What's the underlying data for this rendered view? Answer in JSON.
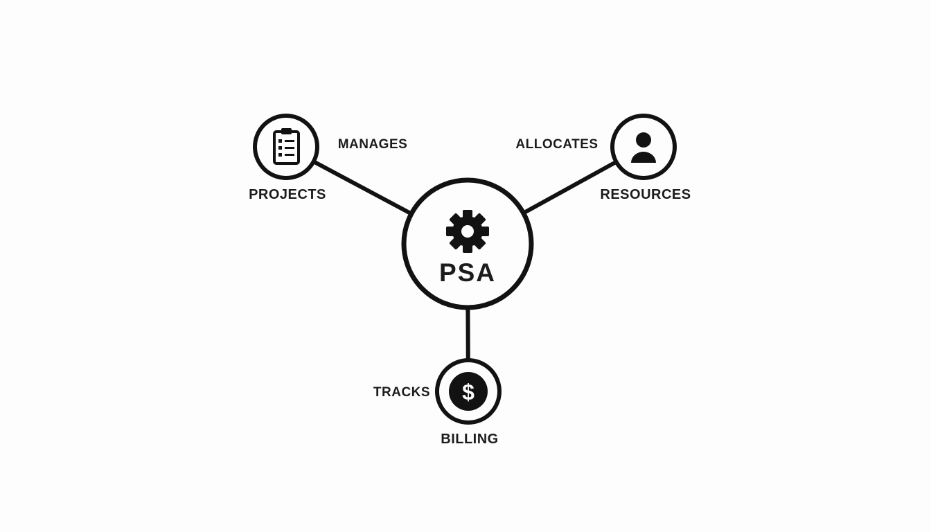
{
  "diagram": {
    "type": "hub-and-spoke",
    "background": "#fdfdfd",
    "stroke_color": "#121212",
    "text_color": "#1c1c1c",
    "center": {
      "label": "PSA",
      "icon": "gear-icon"
    },
    "nodes": [
      {
        "id": "projects",
        "label": "PROJECTS",
        "edge_label": "MANAGES",
        "icon": "clipboard-icon",
        "position": "top-left"
      },
      {
        "id": "resources",
        "label": "RESOURCES",
        "edge_label": "ALLOCATES",
        "icon": "person-icon",
        "position": "top-right"
      },
      {
        "id": "billing",
        "label": "BILLING",
        "edge_label": "TRACKS",
        "icon": "dollar-icon",
        "icon_glyph": "$",
        "position": "bottom"
      }
    ]
  }
}
